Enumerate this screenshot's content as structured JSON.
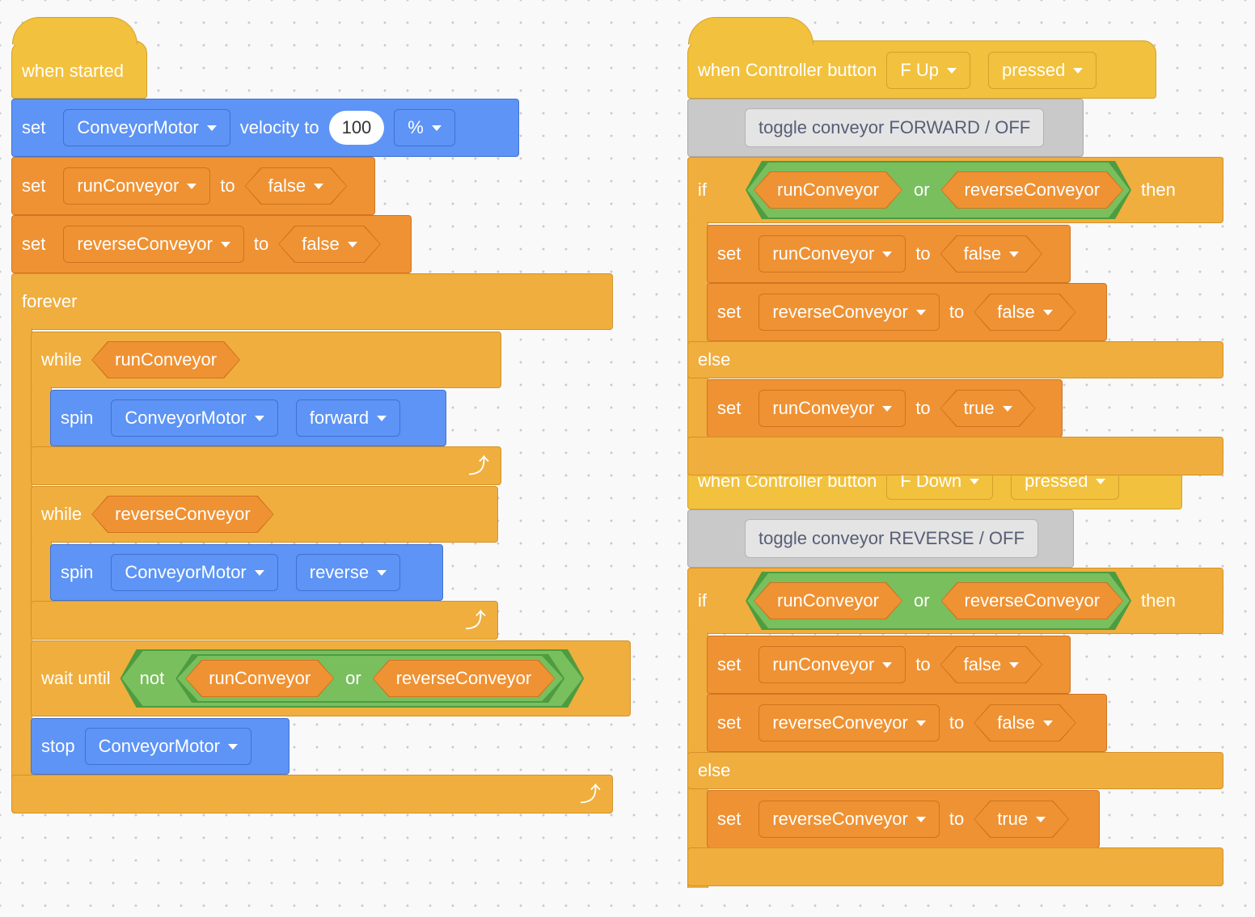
{
  "script1": {
    "hat": "when started",
    "set_velocity": {
      "label": "set",
      "motor": "ConveyorMotor",
      "mid": "velocity to",
      "value": "100",
      "unit": "%"
    },
    "set_run": {
      "label": "set",
      "var": "runConveyor",
      "to": "to",
      "value": "false"
    },
    "set_rev": {
      "label": "set",
      "var": "reverseConveyor",
      "to": "to",
      "value": "false"
    },
    "forever": "forever",
    "while1": {
      "label": "while",
      "cond": "runConveyor"
    },
    "spin1": {
      "label": "spin",
      "motor": "ConveyorMotor",
      "dir": "forward"
    },
    "while2": {
      "label": "while",
      "cond": "reverseConveyor"
    },
    "spin2": {
      "label": "spin",
      "motor": "ConveyorMotor",
      "dir": "reverse"
    },
    "wait": {
      "label": "wait until",
      "not": "not",
      "a": "runConveyor",
      "or": "or",
      "b": "reverseConveyor"
    },
    "stop": {
      "label": "stop",
      "motor": "ConveyorMotor"
    }
  },
  "script2": {
    "hat": {
      "label": "when Controller button",
      "button": "F Up",
      "state": "pressed"
    },
    "comment": "toggle conveyor FORWARD / OFF",
    "if": {
      "label": "if",
      "a": "runConveyor",
      "or": "or",
      "b": "reverseConveyor",
      "then": "then"
    },
    "set1": {
      "label": "set",
      "var": "runConveyor",
      "to": "to",
      "value": "false"
    },
    "set2": {
      "label": "set",
      "var": "reverseConveyor",
      "to": "to",
      "value": "false"
    },
    "else": "else",
    "set3": {
      "label": "set",
      "var": "runConveyor",
      "to": "to",
      "value": "true"
    }
  },
  "script3": {
    "hat": {
      "label": "when Controller button",
      "button": "F Down",
      "state": "pressed"
    },
    "comment": "toggle conveyor REVERSE / OFF",
    "if": {
      "label": "if",
      "a": "runConveyor",
      "or": "or",
      "b": "reverseConveyor",
      "then": "then"
    },
    "set1": {
      "label": "set",
      "var": "runConveyor",
      "to": "to",
      "value": "false"
    },
    "set2": {
      "label": "set",
      "var": "reverseConveyor",
      "to": "to",
      "value": "false"
    },
    "else": "else",
    "set3": {
      "label": "set",
      "var": "reverseConveyor",
      "to": "to",
      "value": "true"
    }
  },
  "icons": {
    "loop": "loop-arrow-icon",
    "dropdown": "caret-down-icon"
  },
  "colors": {
    "event": "#f2c13d",
    "control": "#f0ae3e",
    "variable": "#ef9233",
    "motion": "#5d94f5",
    "operator": "#79bf5e",
    "comment": "#c9c9c9"
  }
}
